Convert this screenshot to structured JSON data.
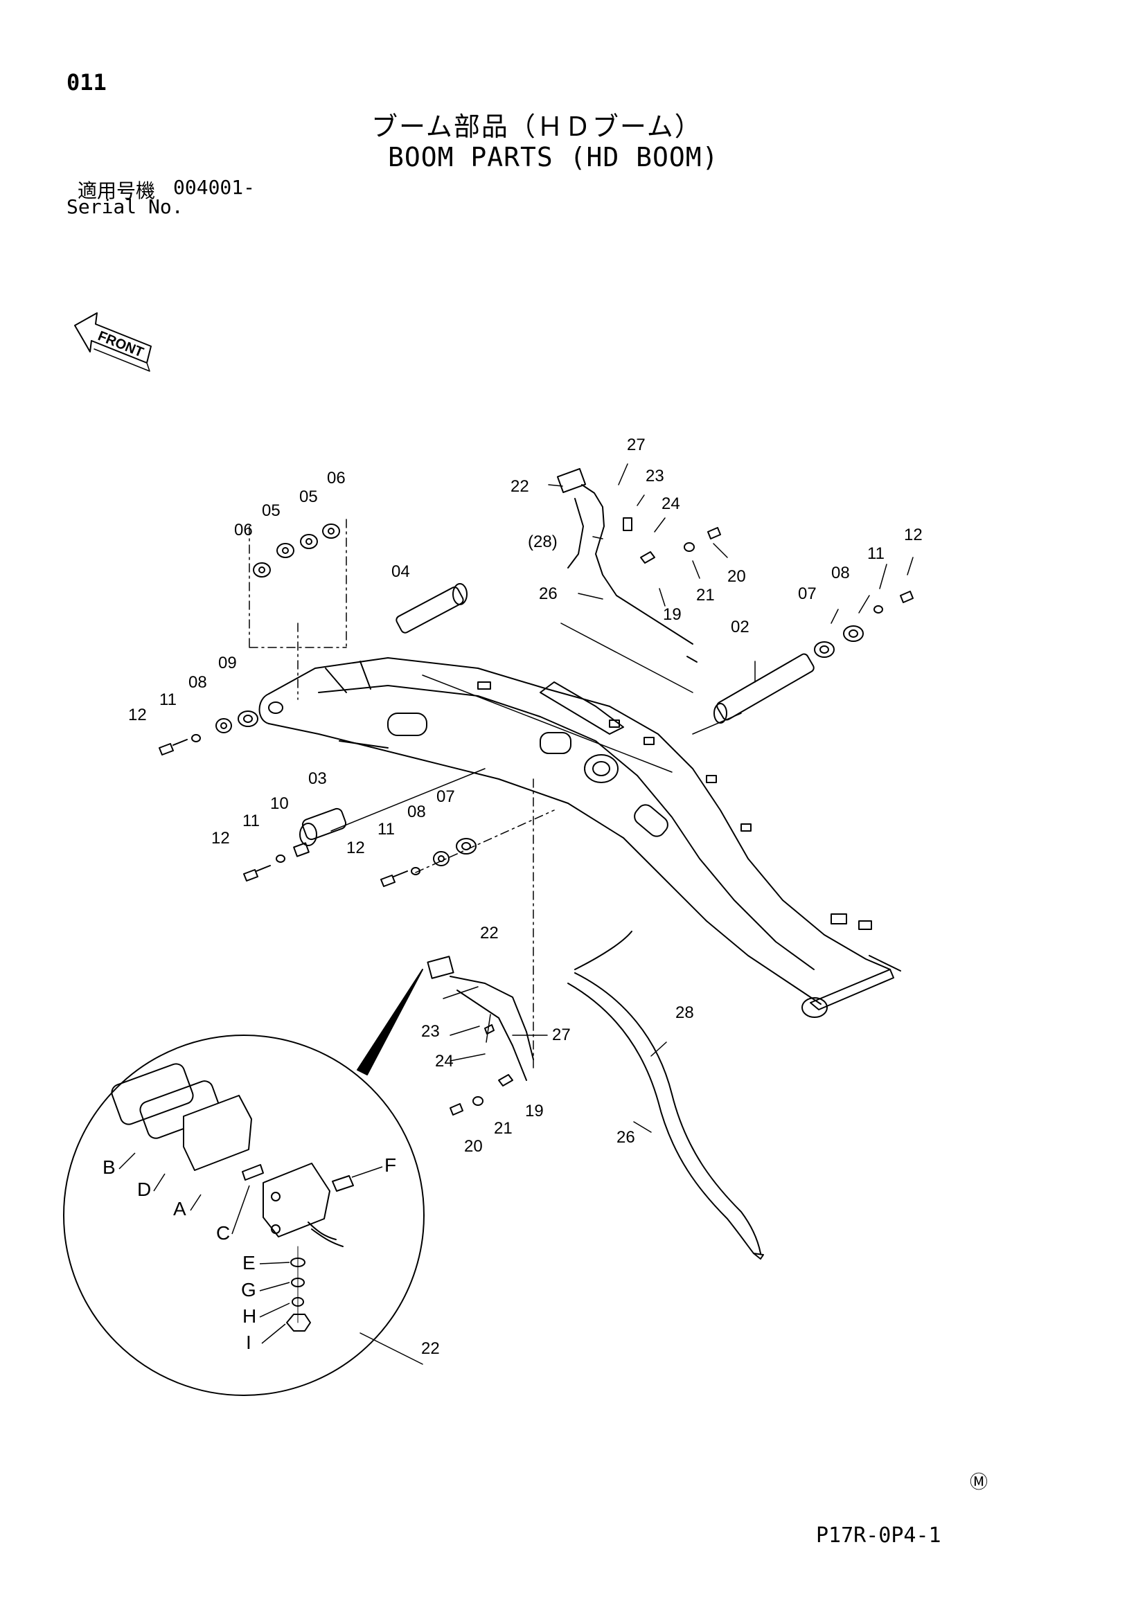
{
  "page": {
    "number": "011",
    "title_jp": "ブーム部品（ＨＤブーム）",
    "title_en": "BOOM PARTS (HD BOOM)",
    "serial_label_jp": "適用号機",
    "serial_value": "004001-",
    "serial_label_en": "Serial No.",
    "front_label": "FRONT",
    "mark": "Ⓜ",
    "drawing_code": "P17R-0P4-1"
  },
  "callouts": {
    "c27_top": "27",
    "c22_top": "22",
    "c23_top": "23",
    "c24_top": "24",
    "c28_paren": "(28)",
    "c26_top": "26",
    "c19_top": "19",
    "c21_top": "21",
    "c20_top": "20",
    "c06_a": "06",
    "c05_a": "05",
    "c05_b": "05",
    "c06_b": "06",
    "c04": "04",
    "c02": "02",
    "c07_r": "07",
    "c08_r": "08",
    "c11_r": "11",
    "c12_r": "12",
    "c09": "09",
    "c08_l": "08",
    "c11_l": "11",
    "c12_l": "12",
    "c03": "03",
    "c10": "10",
    "c11_m": "11",
    "c12_m": "12",
    "c07_m": "07",
    "c08_m": "08",
    "c11_b": "11",
    "c12_b": "12",
    "c22_mid": "22",
    "c23_mid": "23",
    "c24_mid": "24",
    "c27_mid": "27",
    "c19_mid": "19",
    "c21_mid": "21",
    "c20_mid": "20",
    "c28_mid": "28",
    "c26_mid": "26",
    "c22_circle": "22",
    "lA": "A",
    "lB": "B",
    "lC": "C",
    "lD": "D",
    "lE": "E",
    "lF": "F",
    "lG": "G",
    "lH": "H",
    "lI": "I"
  }
}
